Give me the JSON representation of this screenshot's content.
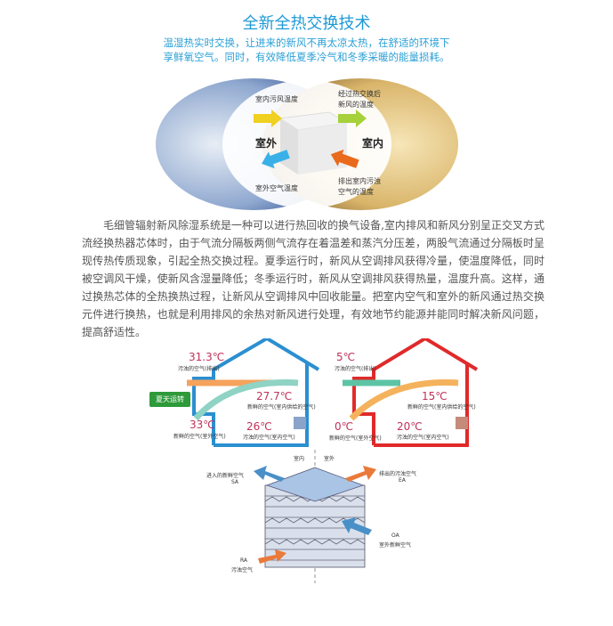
{
  "header": {
    "title": "全新全热交换技术",
    "subtitle_line1": "温湿热实时交换，让进来的新风不再太凉太热，在舒适的环境下",
    "subtitle_line2": "享鲜氧空气。同时，有效降低夏季冷气和冬季采暖的能量损耗。"
  },
  "exchange_diagram": {
    "top_left": "室内污风温度",
    "top_right_1": "经过热交换后",
    "top_right_2": "新风的温度",
    "left": "室外",
    "right": "室内",
    "bottom_left": "室外空气温度",
    "bottom_right_1": "排出室内污浊",
    "bottom_right_2": "空气的温度"
  },
  "paragraph": "毛细管辐射新风除湿系统是一种可以进行热回收的换气设备,室内排风和新风分别呈正交叉方式流经换热器芯体时，由于气流分隔板两侧气流存在着温差和蒸汽分压差，两股气流通过分隔板时呈现传热传质现象，引起全热交换过程。夏季运行时，新风从空调排风获得冷量，使温度降低，同时被空调风干燥，使新风含湿量降低；冬季运行时，新风从空调排风获得热量，温度升高。这样，通过换热芯体的全热换热过程，让新风从空调排风中回收能量。把室内空气和室外的新风通过热交换元件进行换热，也就是利用排风的余热对新风进行处理，有效地节约能源并能同时解决新风问题，提高舒适性。",
  "summer": {
    "badge": "夏天运转",
    "exhaust_temp": "31.3℃",
    "exhaust_label": "污浊的空气(排出)",
    "supply_temp": "27.7℃",
    "supply_label": "新鲜的空气(室内供给的空气)",
    "outdoor_temp": "33℃",
    "outdoor_label": "新鲜的空气(室外空气)",
    "indoor_temp": "26℃",
    "indoor_label": "污浊的空气(室内空气)",
    "color": "#2b8fd0"
  },
  "winter": {
    "exhaust_temp": "5℃",
    "exhaust_label": "污浊的空气(排出)",
    "supply_temp": "15℃",
    "supply_label": "新鲜的空气(室内供给的空气)",
    "outdoor_temp": "0℃",
    "outdoor_label": "新鲜的空气(室外空气)",
    "indoor_temp": "20℃",
    "indoor_label": "污浊的空气(室内空气)",
    "color": "#e02a2a"
  },
  "core": {
    "indoor": "室内",
    "outdoor": "室外",
    "sa_1": "进入的新鲜空气",
    "sa_2": "SA",
    "ea_1": "排出的污浊空气",
    "ea_2": "EA",
    "oa_1": "OA",
    "oa_2": "室外新鲜空气",
    "ra_1": "RA",
    "ra_2": "污浊空气"
  }
}
